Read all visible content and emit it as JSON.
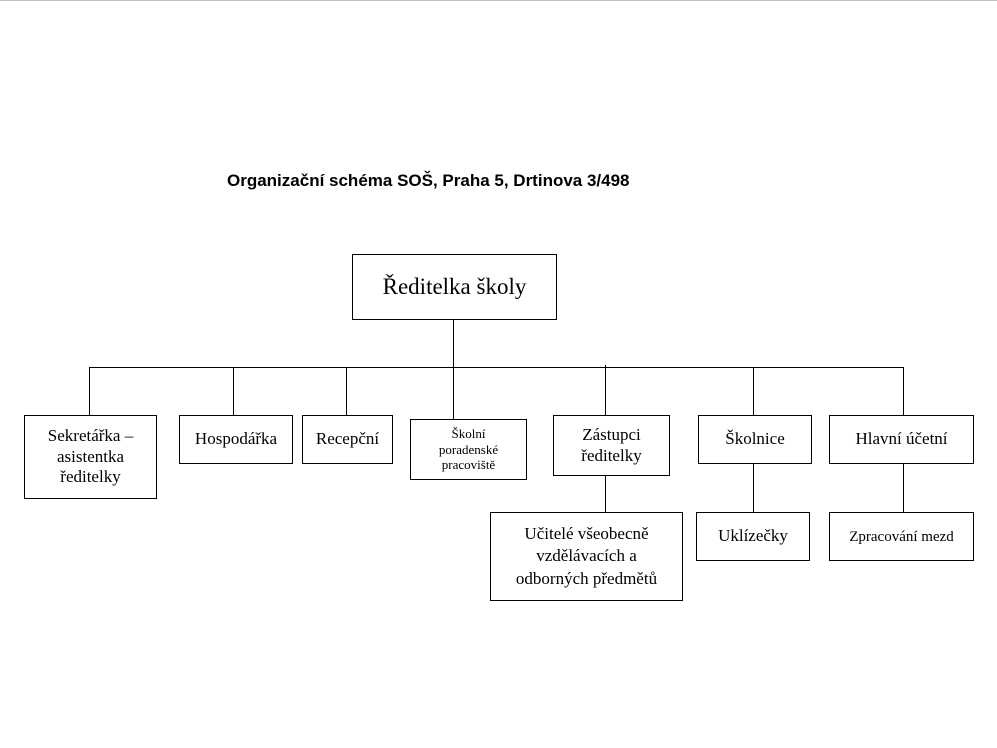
{
  "diagram": {
    "title": "Organizační schéma SOŠ, Praha 5, Drtinova 3/498",
    "root": {
      "label": "Ředitelka školy"
    },
    "level1": [
      {
        "id": "sekretarka",
        "label": "Sekretářka – asistentka ředitelky"
      },
      {
        "id": "hospodarka",
        "label": "Hospodářka"
      },
      {
        "id": "recepcni",
        "label": "Recepční"
      },
      {
        "id": "poradenske",
        "label": "Školní poradenské pracoviště"
      },
      {
        "id": "zastupci",
        "label": "Zástupci ředitelky"
      },
      {
        "id": "skolnice",
        "label": "Školnice"
      },
      {
        "id": "ucetni",
        "label": "Hlavní účetní"
      }
    ],
    "level2": [
      {
        "parent": "zastupci",
        "label": "Učitelé všeobecně vzdělávacích a odborných předmětů"
      },
      {
        "parent": "skolnice",
        "label": "Uklízečky"
      },
      {
        "parent": "ucetni",
        "label": "Zpracování mezd"
      }
    ]
  }
}
